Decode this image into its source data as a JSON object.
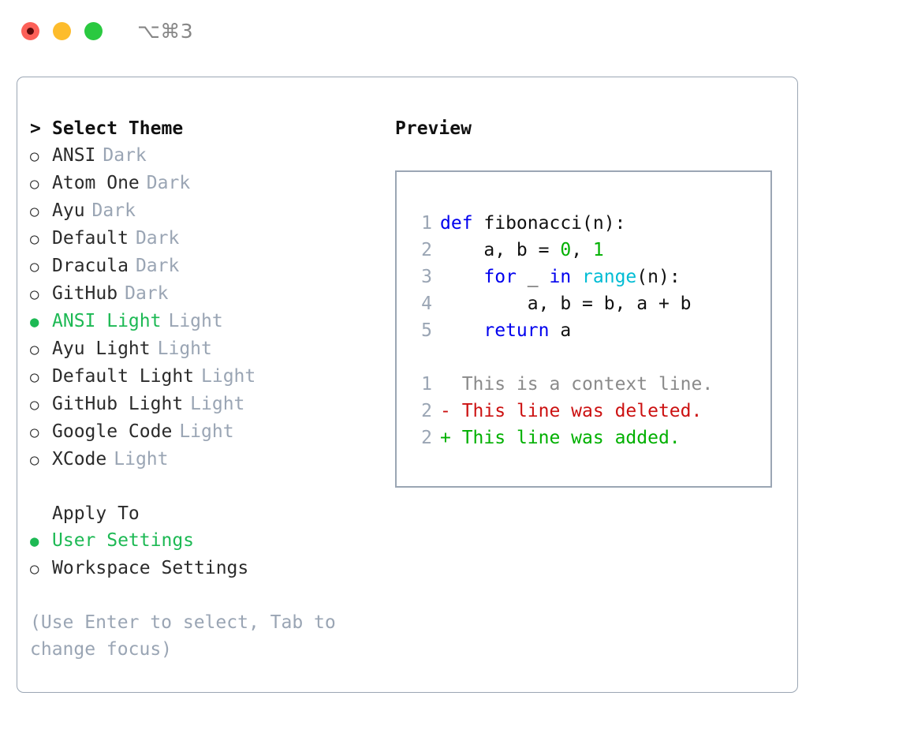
{
  "titlebar": {
    "shortcut": "⌥⌘3",
    "lights": [
      {
        "name": "close-recording",
        "color": "#fc6058"
      },
      {
        "name": "minimize",
        "color": "#fdbc2c"
      },
      {
        "name": "maximize",
        "color": "#2ac940"
      }
    ]
  },
  "theme_picker": {
    "caret": ">",
    "header": "Select Theme",
    "bullet_unselected": "○",
    "bullet_selected": "●",
    "selected_color": "#1db954",
    "tag_color": "#9aa5b4",
    "options": [
      {
        "label": "ANSI",
        "tag": "Dark",
        "selected": false
      },
      {
        "label": "Atom One",
        "tag": "Dark",
        "selected": false
      },
      {
        "label": "Ayu",
        "tag": "Dark",
        "selected": false
      },
      {
        "label": "Default",
        "tag": "Dark",
        "selected": false
      },
      {
        "label": "Dracula",
        "tag": "Dark",
        "selected": false
      },
      {
        "label": "GitHub",
        "tag": "Dark",
        "selected": false
      },
      {
        "label": "ANSI Light",
        "tag": "Light",
        "selected": true
      },
      {
        "label": "Ayu Light",
        "tag": "Light",
        "selected": false
      },
      {
        "label": "Default Light",
        "tag": "Light",
        "selected": false
      },
      {
        "label": "GitHub Light",
        "tag": "Light",
        "selected": false
      },
      {
        "label": "Google Code",
        "tag": "Light",
        "selected": false
      },
      {
        "label": "XCode",
        "tag": "Light",
        "selected": false
      }
    ]
  },
  "apply_to": {
    "header": "Apply To",
    "options": [
      {
        "label": "User Settings",
        "selected": true
      },
      {
        "label": "Workspace Settings",
        "selected": false
      }
    ]
  },
  "hint": "(Use Enter to select, Tab to change focus)",
  "preview": {
    "title": "Preview",
    "code_lines": [
      {
        "no": "1",
        "tokens": [
          {
            "t": "def",
            "c": "kw"
          },
          {
            "t": " fibonacci(n):",
            "c": "plain"
          }
        ]
      },
      {
        "no": "2",
        "tokens": [
          {
            "t": "    a, b = ",
            "c": "plain"
          },
          {
            "t": "0",
            "c": "num"
          },
          {
            "t": ", ",
            "c": "plain"
          },
          {
            "t": "1",
            "c": "num"
          }
        ]
      },
      {
        "no": "3",
        "tokens": [
          {
            "t": "    ",
            "c": "plain"
          },
          {
            "t": "for",
            "c": "kw"
          },
          {
            "t": " _ ",
            "c": "plain"
          },
          {
            "t": "in",
            "c": "kw"
          },
          {
            "t": " ",
            "c": "plain"
          },
          {
            "t": "range",
            "c": "fn"
          },
          {
            "t": "(n):",
            "c": "plain"
          }
        ]
      },
      {
        "no": "4",
        "tokens": [
          {
            "t": "        a, b = b, a + b",
            "c": "plain"
          }
        ]
      },
      {
        "no": "5",
        "tokens": [
          {
            "t": "    ",
            "c": "plain"
          },
          {
            "t": "return",
            "c": "kw"
          },
          {
            "t": " a",
            "c": "plain"
          }
        ]
      }
    ],
    "diff_lines": [
      {
        "no": "1",
        "marker": "  ",
        "text": "This is a context line.",
        "kind": "diff-ctx"
      },
      {
        "no": "2",
        "marker": "- ",
        "text": "This line was deleted.",
        "kind": "diff-del"
      },
      {
        "no": "2",
        "marker": "+ ",
        "text": "This line was added.",
        "kind": "diff-add"
      }
    ]
  },
  "colors": {
    "accent_green": "#1db954",
    "muted": "#9aa5b4",
    "keyword_blue": "#0000ee",
    "builtin_cyan": "#00bcd4",
    "number_green": "#00b000",
    "diff_delete_red": "#cc1111",
    "diff_add_green": "#00b000",
    "border": "#9ba6b4"
  }
}
